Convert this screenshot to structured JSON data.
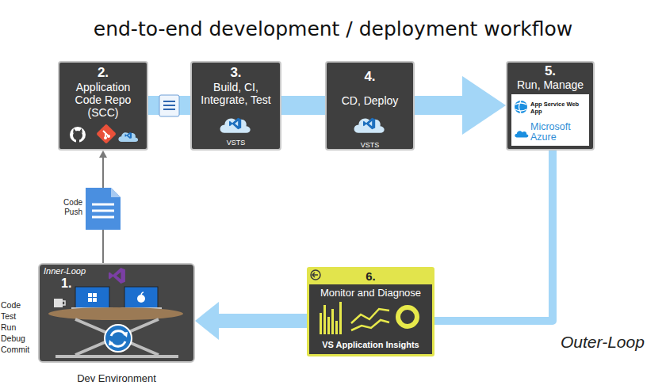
{
  "diagram": {
    "title": "end-to-end development / deployment workflow",
    "nodes": [
      {
        "text": [
          "2.",
          "Application Code Repo (SCC)"
        ]
      },
      {
        "text": [
          "3.",
          "Build, CI, Integrate, Test",
          "VSTS"
        ]
      },
      {
        "text": [
          "4.",
          "CD, Deploy",
          "VSTS"
        ]
      },
      {
        "text": [
          "5.",
          "Run, Manage"
        ]
      },
      {
        "text": [
          "App Service Web App"
        ],
        "in": 3
      },
      {
        "text": [
          "Microsoft Azure"
        ],
        "in": 3
      },
      {
        "text": [
          "Inner-Loop",
          "1.",
          "Dev Environment"
        ]
      },
      {
        "text": [
          "6.",
          "Monitor and Diagnose",
          "VS Application Insights"
        ]
      }
    ],
    "edges": [
      {
        "from": 0,
        "to": 1,
        "arrow": "none"
      },
      {
        "from": 1,
        "to": 2,
        "arrow": "none"
      },
      {
        "from": 2,
        "to": 3,
        "arrow": "to"
      },
      {
        "from": 3,
        "to": 7,
        "arrow": "none"
      },
      {
        "from": 7,
        "to": 6,
        "arrow": "to"
      },
      {
        "from": 6,
        "to": 0,
        "arrow": "to",
        "label": "Code Push"
      }
    ],
    "labels": [
      "Code",
      "Test",
      "Run",
      "Debug",
      "Commit",
      "Outer-Loop"
    ]
  }
}
